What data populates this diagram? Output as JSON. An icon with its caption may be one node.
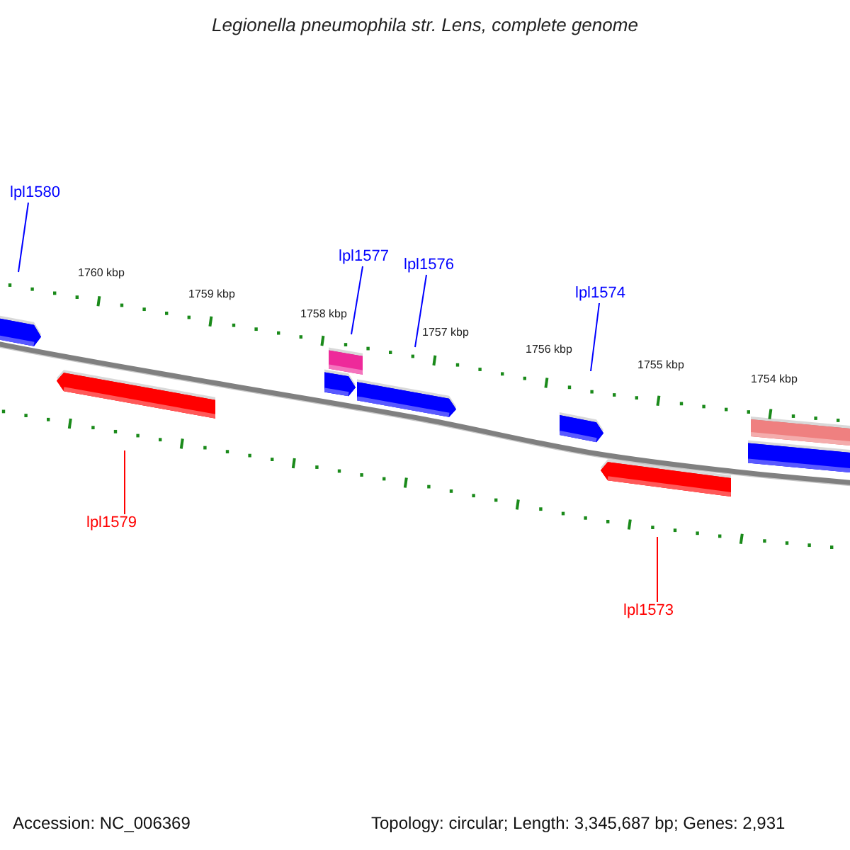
{
  "diagram": {
    "title": "Legionella pneumophila str. Lens, complete genome",
    "nodes": [
      {
        "text": [
          "lpl1580"
        ]
      },
      {
        "text": [
          "lpl1577"
        ]
      },
      {
        "text": [
          "lpl1576"
        ]
      },
      {
        "text": [
          "lpl1574"
        ]
      },
      {
        "text": [
          "lpl1579"
        ]
      },
      {
        "text": [
          "lpl1573"
        ]
      }
    ],
    "edges": [
      {
        "from": 0,
        "to": null,
        "arrow": "none"
      },
      {
        "from": 1,
        "to": null,
        "arrow": "none"
      },
      {
        "from": 2,
        "to": null,
        "arrow": "none"
      },
      {
        "from": 3,
        "to": null,
        "arrow": "none"
      },
      {
        "from": 4,
        "to": null,
        "arrow": "none",
        "color": "#ff0000"
      },
      {
        "from": 5,
        "to": null,
        "arrow": "none",
        "color": "#ff0000"
      }
    ],
    "labels": [
      "1760 kbp",
      "1759 kbp",
      "1758 kbp",
      "1757 kbp",
      "1756 kbp",
      "1755 kbp",
      "1754 kbp",
      "Accession: NC_006369",
      "Topology: circular; Length: 3,345,687 bp; Genes: 2,931"
    ]
  }
}
